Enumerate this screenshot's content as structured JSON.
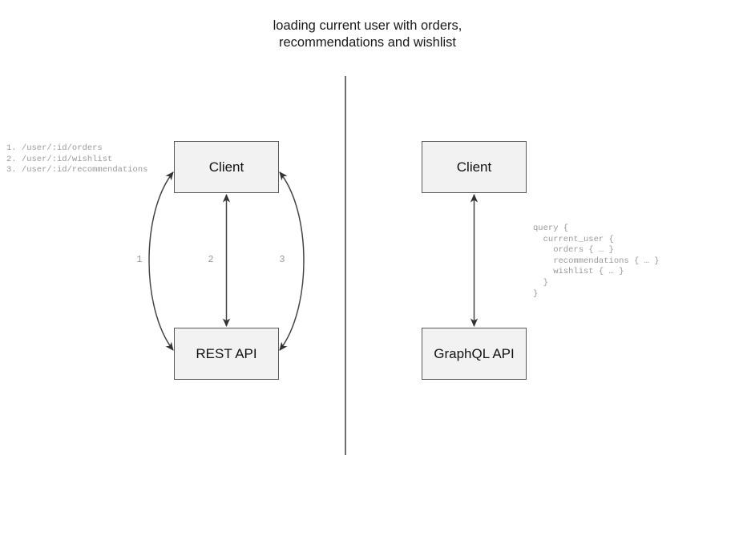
{
  "title": "loading current user with orders,\nrecommendations and wishlist",
  "divider": {
    "name": "vertical-divider"
  },
  "left_panel": {
    "client_node": "Client",
    "api_node": "REST API",
    "endpoints_text": "1. /user/:id/orders\n2. /user/:id/wishlist\n3. /user/:id/recommendations",
    "endpoints": [
      "1. /user/:id/orders",
      "2. /user/:id/wishlist",
      "3. /user/:id/recommendations"
    ],
    "arrow_labels": [
      "1",
      "2",
      "3"
    ],
    "arrows": [
      {
        "name": "arrow-1-orders",
        "label": "1",
        "shape": "curve-left",
        "heads": "both"
      },
      {
        "name": "arrow-2-wishlist",
        "label": "2",
        "shape": "straight",
        "heads": "both"
      },
      {
        "name": "arrow-3-recommendations",
        "label": "3",
        "shape": "curve-right",
        "heads": "both"
      }
    ]
  },
  "right_panel": {
    "client_node": "Client",
    "api_node": "GraphQL API",
    "query_text": "query {\n  current_user {\n    orders { … }\n    recommendations { … }\n    wishlist { … }\n  }\n}",
    "query_lines": [
      "query {",
      "  current_user {",
      "    orders { … }",
      "    recommendations { … }",
      "    wishlist { … }",
      "  }",
      "}"
    ],
    "arrows": [
      {
        "name": "arrow-graphql-query",
        "shape": "straight",
        "heads": "both"
      }
    ]
  },
  "colors": {
    "node_fill": "#f2f2f2",
    "node_border": "#595959",
    "stroke": "#444444",
    "annotation_text": "#9a9a9a",
    "title_text": "#1a1a1a",
    "background": "#ffffff"
  }
}
